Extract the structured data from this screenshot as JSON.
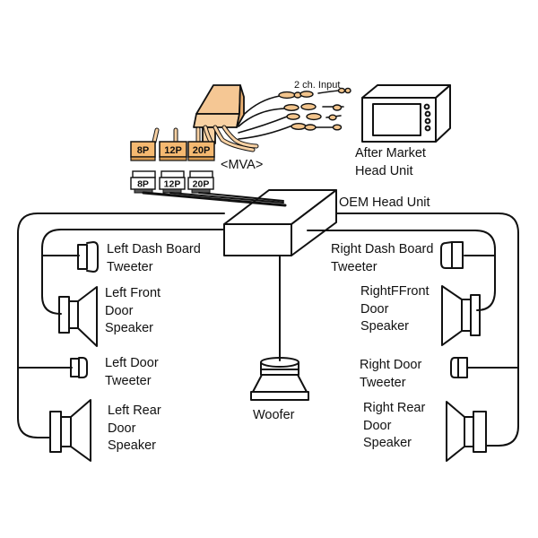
{
  "labels": {
    "input": "2 ch. Input",
    "after_market": "After Market\nHead Unit",
    "mva": "<MVA>",
    "oem": "OEM Head Unit",
    "left_dash": "Left Dash Board\nTweeter",
    "left_front": "Left Front\nDoor\nSpeaker",
    "left_door_tweeter": "Left Door\nTweeter",
    "left_rear": "Left Rear\nDoor\nSpeaker",
    "right_dash": "Right Dash Board\nTweeter",
    "right_front": "RightFFront\nDoor\nSpeaker",
    "right_door_tweeter": "Right Door\nTweeter",
    "right_rear": "Right Rear\nDoor\nSpeaker",
    "woofer": "Woofer"
  },
  "connectors_top": [
    "8P",
    "12P",
    "20P"
  ],
  "connectors_bottom": [
    "8P",
    "12P",
    "20P"
  ],
  "colors": {
    "harness": "#f4c590",
    "connector": "#f5b971",
    "line": "#111111",
    "rca_plug": "#f2c48c"
  }
}
